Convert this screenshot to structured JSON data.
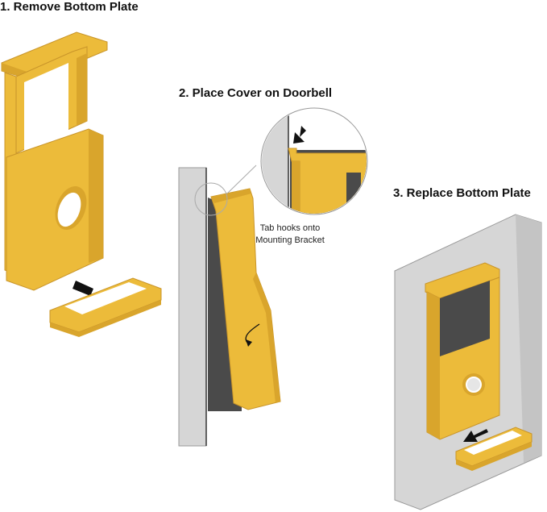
{
  "steps": [
    {
      "title": "1. Remove Bottom Plate"
    },
    {
      "title": "2. Place Cover on Doorbell"
    },
    {
      "title": "3. Replace Bottom Plate"
    }
  ],
  "callout": {
    "line1": "Tab hooks onto",
    "line2": "Mounting Bracket"
  },
  "colors": {
    "cover_yellow": "#ecbb3a",
    "cover_shadow": "#d9a52c",
    "outline": "#c9952a",
    "doorbell_gray": "#4a4a4a",
    "wall_gray": "#d6d6d6",
    "arrow": "#111111"
  }
}
